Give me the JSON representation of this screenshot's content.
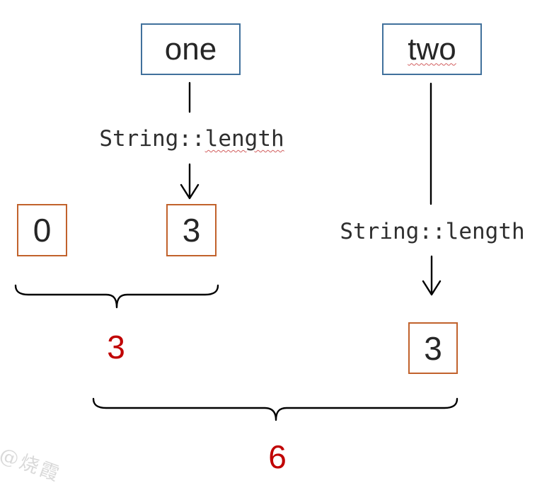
{
  "nodes": {
    "input_one": "one",
    "input_two": "two"
  },
  "functions": {
    "left_prefix": "String::",
    "left_name": "length",
    "right": "String::length"
  },
  "values": {
    "initial": "0",
    "length_of_one": "3",
    "length_of_two": "3"
  },
  "results": {
    "intermediate": "3",
    "total": "6"
  },
  "watermark": "@烧霞",
  "colors": {
    "node-border": "#41719C",
    "value-border": "#C1622C",
    "result-red": "#C00000",
    "line": "#000000",
    "text": "#262626",
    "code-text": "#2E2E2E",
    "squiggle": "#D25F5F",
    "watermark": "#D9D9D9",
    "background": "#FFFFFF"
  }
}
